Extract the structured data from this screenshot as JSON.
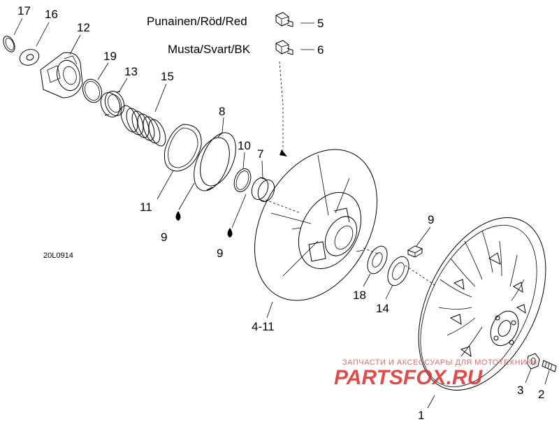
{
  "diagram_code": "20L0914",
  "color_legend": [
    {
      "label": "Punainen/Röd/Red",
      "part": "5"
    },
    {
      "label": "Musta/Svart/BK",
      "part": "6"
    }
  ],
  "parts": {
    "p17": "17",
    "p16": "16",
    "p12": "12",
    "p19": "19",
    "p13": "13",
    "p15": "15",
    "p8": "8",
    "p10": "10",
    "p7": "7",
    "p11": "11",
    "p9a": "9",
    "p9b": "9",
    "p9c": "9",
    "p18": "18",
    "p14": "14",
    "p4_11": "4-11",
    "p1": "1",
    "p2": "2",
    "p3": "3"
  },
  "watermark": {
    "small": "ЗАПЧАСТИ И АКСЕССУАРЫ ДЛЯ МОТОТЕХНИКИ",
    "big": "PARTSFOX.RU"
  },
  "colors": {
    "line": "#000000",
    "watermark": "#d92f2f"
  }
}
